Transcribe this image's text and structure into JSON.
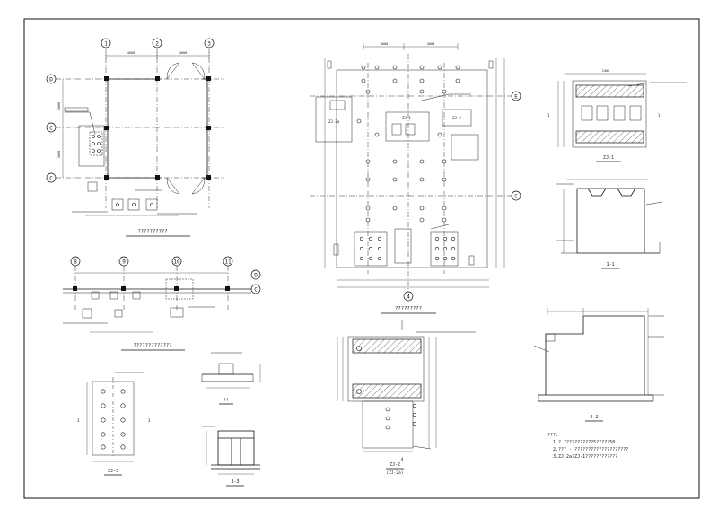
{
  "drawing": {
    "title_plan_left": "??????????",
    "title_plan_center": "?????????",
    "title_beam_layout": "?????????????",
    "title_tiny": "??",
    "grids": {
      "left_top": [
        "1",
        "2",
        "3"
      ],
      "left_side": [
        "D",
        "C",
        "C"
      ],
      "center_side": [
        "E",
        "C"
      ],
      "center_bottom": "4",
      "lower_row": [
        "8",
        "9",
        "10",
        "11"
      ],
      "lower_right": [
        "D",
        "C"
      ]
    },
    "section_labels": {
      "s1": "1-1",
      "s2": "2-2",
      "s3": "3-3",
      "z11": "ZJ-1",
      "zj2": "ZJ-2",
      "zj2a": "ZJ-2a",
      "zj3": "ZJ-3",
      "zj2_sub": "(ZJ-2a)"
    },
    "notes_heading": "???:",
    "notes": [
      "1.?.??????????25?????50.",
      "2.??? - ????????????????????",
      "3.ZJ-2a?ZJ-1????????????"
    ]
  }
}
